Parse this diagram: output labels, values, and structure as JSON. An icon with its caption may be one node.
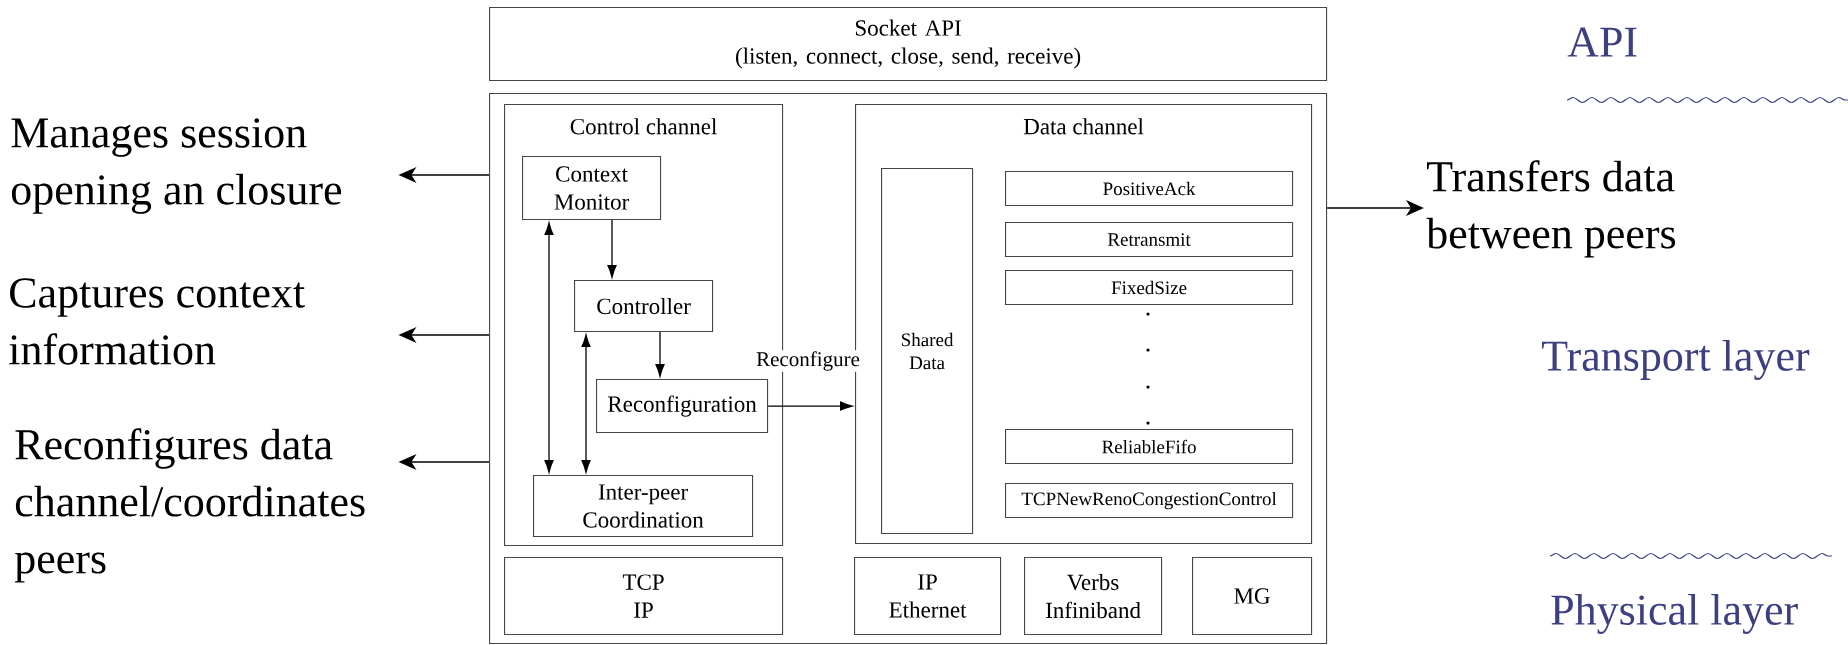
{
  "diagram": {
    "nodes": [
      {
        "text": [
          "Socket API",
          "(listen, connect, close, send, receive)"
        ]
      },
      {
        "text": [],
        "shape": "box"
      },
      {
        "text": [
          "Control channel"
        ],
        "in": 1
      },
      {
        "text": [
          "Context Monitor"
        ],
        "in": 2
      },
      {
        "text": [
          "Controller"
        ],
        "in": 2
      },
      {
        "text": [
          "Reconfiguration"
        ],
        "in": 2
      },
      {
        "text": [
          "Inter-peer Coordination"
        ],
        "in": 2
      },
      {
        "text": [
          "Data channel"
        ],
        "in": 1
      },
      {
        "text": [
          "Shared Data"
        ],
        "in": 7
      },
      {
        "text": [
          "PositiveAck"
        ],
        "in": 7
      },
      {
        "text": [
          "Retransmit"
        ],
        "in": 7
      },
      {
        "text": [
          "FixedSize"
        ],
        "in": 7
      },
      {
        "text": [
          "ReliableFifo"
        ],
        "in": 7
      },
      {
        "text": [
          "TCPNewRenoCongestionControl"
        ],
        "in": 7
      },
      {
        "text": [
          "TCP",
          "IP"
        ],
        "in": 1
      },
      {
        "text": [
          "IP",
          "Ethernet"
        ],
        "in": 1
      },
      {
        "text": [
          "Verbs",
          "Infiniband"
        ],
        "in": 1
      },
      {
        "text": [
          "MG"
        ],
        "in": 1
      },
      {
        "text": [
          "Manages session opening an closure"
        ]
      },
      {
        "text": [
          "Captures context information"
        ]
      },
      {
        "text": [
          "Reconfigures data channel/coordinates peers"
        ]
      },
      {
        "text": [
          "Transfers data between peers"
        ]
      }
    ],
    "edges": [
      {
        "from": 3,
        "to": 4,
        "arrow": "to"
      },
      {
        "from": 4,
        "to": 5,
        "arrow": "to"
      },
      {
        "from": 3,
        "to": 6,
        "arrow": "both"
      },
      {
        "from": 4,
        "to": 6,
        "arrow": "both"
      },
      {
        "from": 5,
        "to": 7,
        "arrow": "to",
        "label": "Reconfigure"
      },
      {
        "from": 1,
        "to": 18,
        "arrow": "to"
      },
      {
        "from": 1,
        "to": 19,
        "arrow": "to"
      },
      {
        "from": 1,
        "to": 20,
        "arrow": "to"
      },
      {
        "from": 1,
        "to": 21,
        "arrow": "to"
      }
    ],
    "labels": [
      "API",
      "Transport layer",
      "Physical layer"
    ]
  }
}
